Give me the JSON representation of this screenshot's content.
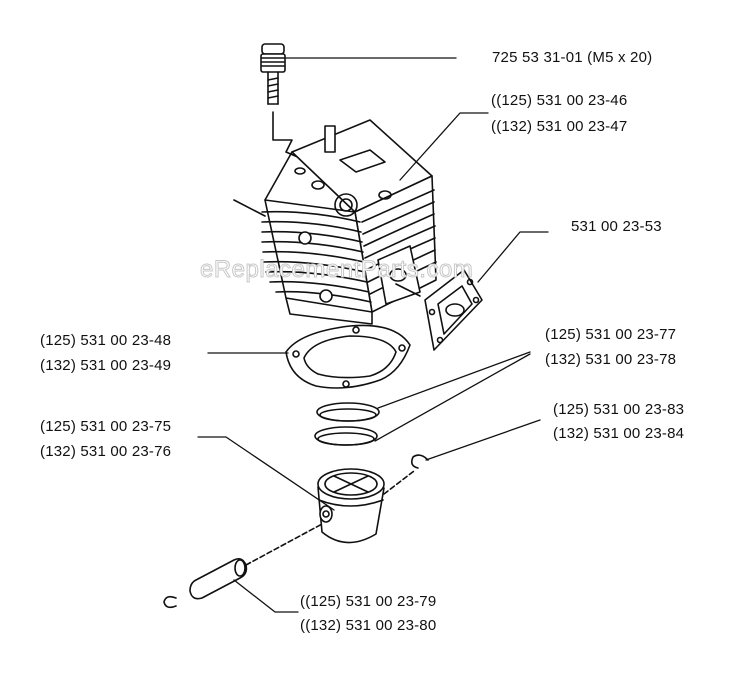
{
  "watermark": "eReplacementParts.com",
  "colors": {
    "ink": "#111111",
    "background": "#ffffff"
  },
  "parts": {
    "screw": {
      "line1": "725 53 31-01 (M5 x 20)"
    },
    "cylinder": {
      "line1": "((125) 531 00 23-46",
      "line2": "((132) 531 00 23-47"
    },
    "exhaust_gasket": {
      "line1": "531 00 23-53"
    },
    "base_gasket": {
      "line1": "(125) 531 00 23-48",
      "line2": "(132) 531 00 23-49"
    },
    "piston_rings": {
      "line1": "(125) 531 00 23-77",
      "line2": "(132) 531 00 23-78"
    },
    "circlips": {
      "line1": "(125) 531 00 23-83",
      "line2": "(132) 531 00 23-84"
    },
    "piston": {
      "line1": "(125) 531 00 23-75",
      "line2": "(132) 531 00 23-76"
    },
    "piston_pin": {
      "line1": "((125) 531 00 23-79",
      "line2": "((132) 531 00 23-80"
    }
  }
}
